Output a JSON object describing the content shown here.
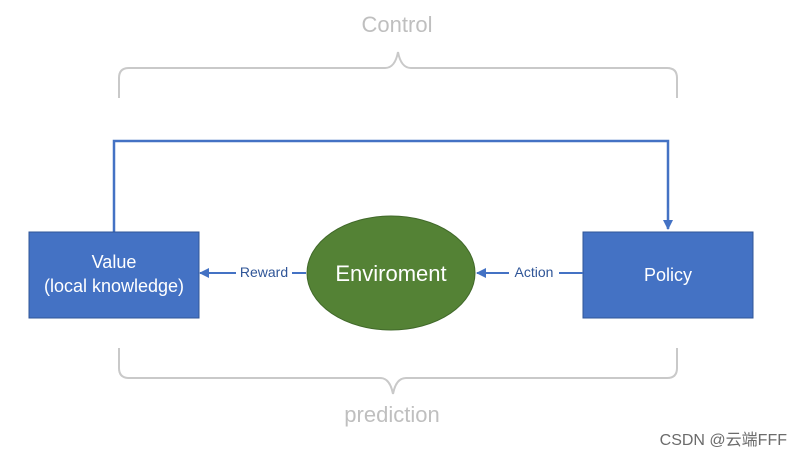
{
  "labels": {
    "top_brace": "Control",
    "bottom_brace": "prediction",
    "watermark": "CSDN @云端FFF"
  },
  "nodes": {
    "value": {
      "line1": "Value",
      "line2": "(local knowledge)"
    },
    "environment": {
      "label": "Enviroment"
    },
    "policy": {
      "label": "Policy"
    }
  },
  "edges": {
    "reward": "Reward",
    "action": "Action"
  },
  "colors": {
    "box_blue": "#4472c4",
    "box_border": "#2f5597",
    "ellipse_green": "#548235",
    "arrow": "#4472c4",
    "brace": "#c9c9c9",
    "brace_text": "#bfbfbf"
  }
}
